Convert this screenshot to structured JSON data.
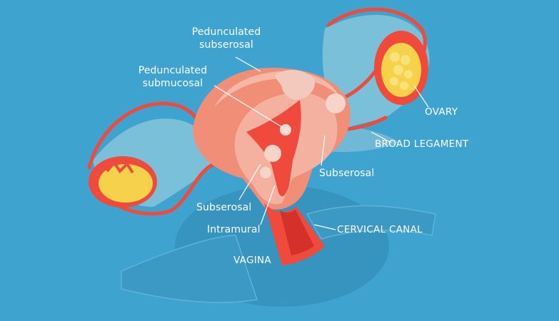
{
  "labels": {
    "pedunculated_subserosal_line1": "Pedunculated",
    "pedunculated_subserosal_line2": "subserosal",
    "pedunculated_submucosal_line1": "Pedunculated",
    "pedunculated_submucosal_line2": "submucosal",
    "ovary": "OVARY",
    "broad_legament": "BROAD LEGAMENT",
    "subserosal_right": "Subserosal",
    "subserosal_left": "Subserosal",
    "intramural": "Intramural",
    "cervical_canal": "CERVICAL CANAL",
    "vagina": "VAGINA"
  },
  "colors": {
    "background": "#3fa3cf",
    "tissue_red": "#ef4a3c",
    "uterus_peach": "#f0a08c",
    "ovary_yellow": "#f5d24a",
    "membrane": "#8fc9dc"
  }
}
